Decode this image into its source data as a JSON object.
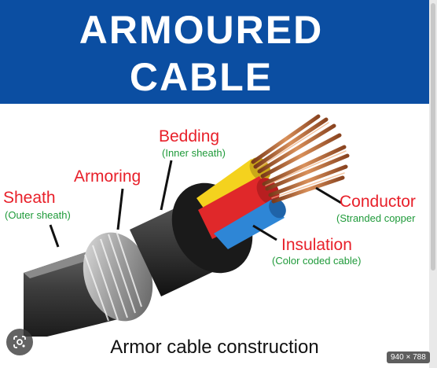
{
  "header": {
    "title_line1": "ARMOURED",
    "title_line2": "CABLE"
  },
  "labels": {
    "sheath": "Sheath",
    "sheath_sub": "(Outer sheath)",
    "armoring": "Armoring",
    "bedding": "Bedding",
    "bedding_sub": "(Inner sheath)",
    "conductor": "Conductor",
    "conductor_sub": "(Stranded copper",
    "insulation": "Insulation",
    "insulation_sub": "(Color coded cable)"
  },
  "caption": "Armor cable construction",
  "image_dims": "940 × 788",
  "colors": {
    "header_bg": "#0b4ea2",
    "label_red": "#e8202a",
    "label_green": "#1f9a3a",
    "insulation_yellow": "#f4d21e",
    "insulation_red": "#e0282a",
    "insulation_blue": "#2e86d6",
    "copper": "#b8683c"
  },
  "icons": {
    "lens": "google-lens-icon"
  }
}
